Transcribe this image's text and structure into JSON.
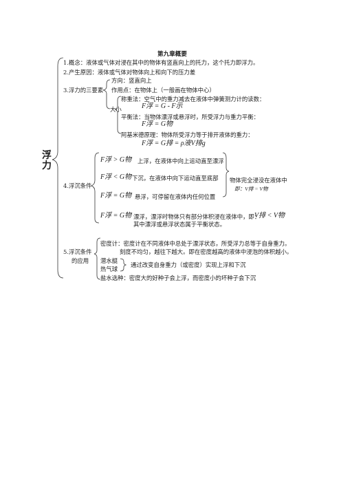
{
  "title": "第九章概要",
  "root": "浮力",
  "items": {
    "concept": "1.概念：液体或气体对浸在其中的物体有竖直向上的托力，这个托力即浮力。",
    "cause": "2.产生原因：液体或气体对物体向上和向下的压力差",
    "three": {
      "label": "3.浮力的三要素",
      "direction": "方向：竖直向上",
      "point": "作用点：在物体上（一般画在物体中心）",
      "size": "大小",
      "weigh": "称重法：空气中的重力减去在液体中弹簧测力计的读数：",
      "weigh_formula": "F浮 = G - F示",
      "balance": "平衡法：当物体漂浮或悬浮时，所受浮力与重力平衡：",
      "balance_formula": "F浮 = G物",
      "archimedes": "阿基米德原理：物体所受浮力等于排开液体的重力：",
      "archimedes_formula": "F浮 = G排 = ρ液V排g"
    },
    "float": {
      "label": "4.浮沉条件",
      "c1_formula": "F浮 > G物",
      "c1_text": "上浮，在液体中向上运动直至漂浮",
      "c2_formula": "F浮 < G物",
      "c2_text": "下沉，在液体中向下运动直至底部",
      "c3_formula": "F浮 = G物",
      "c3_text": "悬浮，可停留在液体内任何位置",
      "immersed": "物体完全浸没在液体中",
      "immersed2": "即：V排 = V物",
      "c4_formula": "F浮 = G物",
      "c4_text": "漂浮，漂浮时物体只有部分体积浸在液体中，即：",
      "c4_relation": "V排 < V物",
      "c4_note": "其中漂浮或悬浮状态属于平衡状态。"
    },
    "apply": {
      "label1": "5.浮沉条件",
      "label2": "的应用",
      "densimeter": "密度计：密度计在不同液体中总处于漂浮状态，所受浮力总等于自身重力。",
      "densimeter2": "刻度不均匀，越往下越大。即在密度越高的液体中浸泡的体积越小。",
      "sub": "潜水艇",
      "balloon": "热气球",
      "sub_text": "通过改变自身重力（或密度）实现上浮和下沉",
      "seed": "盐水选种：密度大的好种子会上浮，而密度小的坏种子会下沉"
    }
  }
}
